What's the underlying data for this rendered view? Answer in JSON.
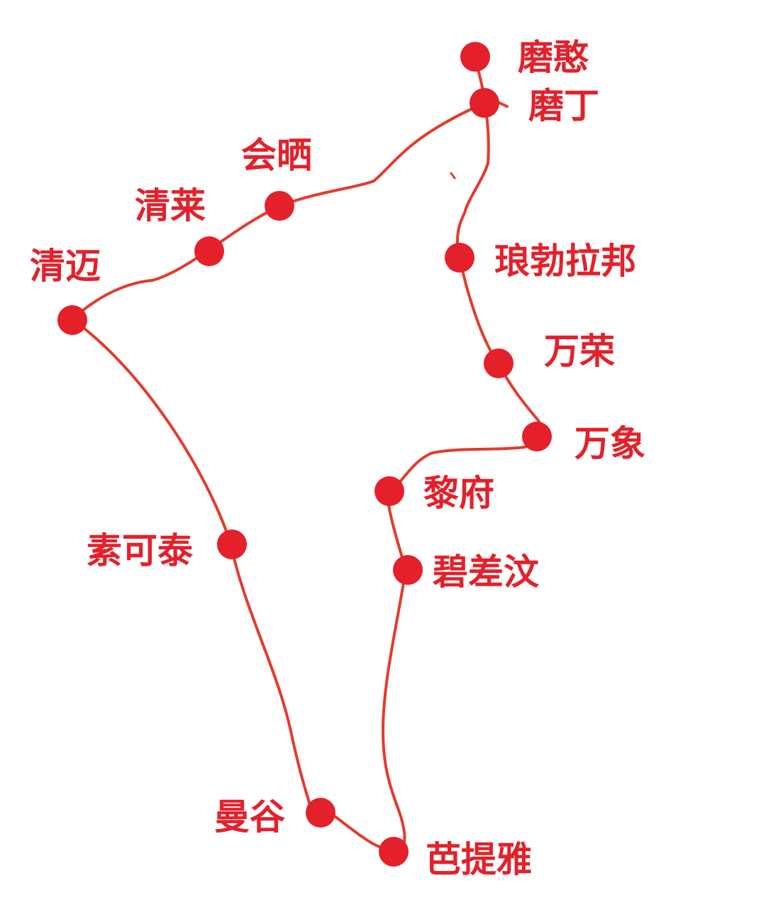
{
  "stops": [
    {
      "id": "mohan",
      "name": "磨憨"
    },
    {
      "id": "boten",
      "name": "磨丁"
    },
    {
      "id": "huayxay",
      "name": "会晒"
    },
    {
      "id": "chiangrai",
      "name": "清莱"
    },
    {
      "id": "chiangmai",
      "name": "清迈"
    },
    {
      "id": "sukhothai",
      "name": "素可泰"
    },
    {
      "id": "bangkok",
      "name": "曼谷"
    },
    {
      "id": "pattaya",
      "name": "芭提雅"
    },
    {
      "id": "pakse",
      "name": "碧差汶"
    },
    {
      "id": "loei",
      "name": "黎府"
    },
    {
      "id": "vientiane",
      "name": "万象"
    },
    {
      "id": "vangvieng",
      "name": "万荣"
    },
    {
      "id": "luangprabang",
      "name": "琅勃拉邦"
    }
  ],
  "colors": {
    "route": "#e33b2c",
    "stop": "#e4202a",
    "label": "#e4202a",
    "background": "#ffffff"
  }
}
